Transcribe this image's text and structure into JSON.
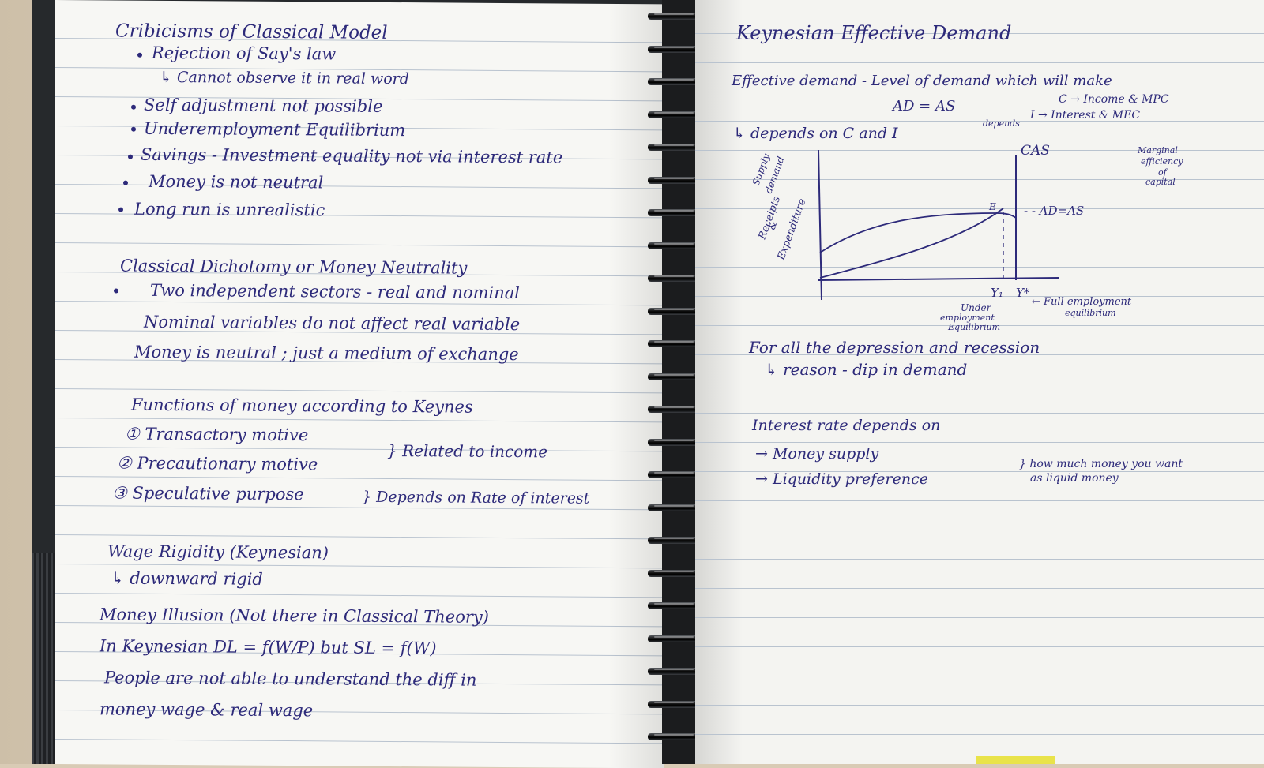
{
  "left_page": {
    "title": "Cribicisms of Classical Model",
    "criticisms": [
      "Rejection of Say's law",
      "↳ Cannot observe it in real word",
      "Self adjustment not possible",
      "Underemployment Equilibrium",
      "Savings - Investment equality not via interest rate",
      "Money is not neutral",
      "Long run is unrealistic"
    ],
    "dichotomy_title": "Classical Dichotomy or Money Neutrality",
    "dichotomy_points": [
      "Two independent sectors - real and nominal",
      "Nominal variables do not affect real variable",
      "Money is neutral ; just a medium of exchange"
    ],
    "functions_title": "Functions of money according to Keynes",
    "functions": [
      "① Transactory motive",
      "② Precautionary motive",
      "③ Speculative purpose"
    ],
    "functions_income_note": "} Related to income",
    "functions_interest_note": "} Depends on Rate of interest",
    "wage_title": "Wage Rigidity (Keynesian)",
    "wage_note": "↳ downward rigid",
    "illusion_title": "Money Illusion (Not there in Classical Theory)",
    "illusion_formula": "In Keynesian  DL = f(W/P)  but  SL = f(W)",
    "illusion_text_1": "People are not able to understand the diff in",
    "illusion_text_2": "money wage & real wage"
  },
  "right_page": {
    "title": "Keynesian Effective Demand",
    "definition": "Effective demand - Level of demand which will make",
    "ad_as": "AD = AS",
    "c_note": "C → Income & MPC",
    "i_note": "I → Interest & MEC",
    "depends": "↳ depends on C and I",
    "depends_tag": "depends",
    "mec_label_1": "Marginal",
    "mec_label_2": "efficiency",
    "mec_label_3": "of",
    "mec_label_4": "capital",
    "graph": {
      "cas_label": "CAS",
      "ad_label": "- - AD=AS",
      "e_label": "E",
      "y_axis_1": "Supply",
      "y_axis_2": "demand",
      "y_axis_3": "Receipts",
      "y_axis_4": "&",
      "y_axis_5": "Expenditure",
      "y1": "Y₁",
      "ystar": "Y*",
      "under_1": "Under",
      "under_2": "employment",
      "under_3": "Equilibrium",
      "full_1": "← Full employment",
      "full_2": "equilibrium"
    },
    "depression": "For all the depression and recession",
    "reason": "↳ reason  -  dip in demand",
    "interest_title": "Interest rate depends on",
    "interest_points": [
      "→  Money supply",
      "→  Liquidity preference"
    ],
    "liquidity_note_1": "} how much money you want",
    "liquidity_note_2": "as liquid money"
  },
  "colors": {
    "ink": "#2d2a7a",
    "paper": "#f7f7f4",
    "rule": "#b9c3cf",
    "cover": "#26292c"
  }
}
